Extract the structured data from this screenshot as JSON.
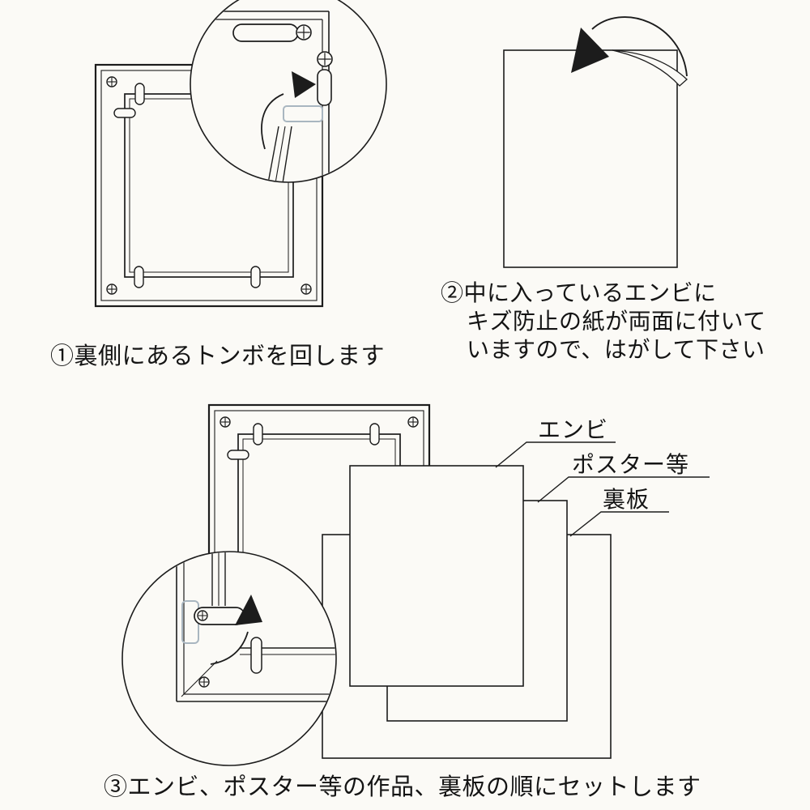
{
  "page": {
    "background_color": "#fbfaf6",
    "ink_color": "#1c1c1c",
    "ghost_tonbo_color": "#a9b6c0"
  },
  "icons": {
    "screw": "circle-with-cross",
    "rotation_arrow": "curved-arc-with-solid-triangle",
    "peel_arrow": "curved-arc-with-solid-triangle"
  },
  "step1": {
    "caption": "①裏側にあるトンボを回します"
  },
  "step2": {
    "caption_lines": [
      "②中に入っているエンビに",
      "キズ防止の紙が両面に付いて",
      "いますので、はがして下さい"
    ]
  },
  "step3": {
    "caption": "③エンビ、ポスター等の作品、裏板の順にセットします",
    "label_enbi": "エンビ",
    "label_poster": "ポスター等",
    "label_backboard": "裏板"
  }
}
